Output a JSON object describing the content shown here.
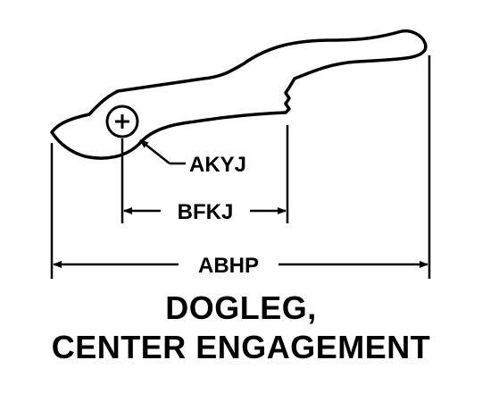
{
  "labels": {
    "pivot_dimension": "AKYJ",
    "engagement_length": "BFKJ",
    "overall_length": "ABHP"
  },
  "title": {
    "line1": "DOGLEG,",
    "line2": "CENTER ENGAGEMENT"
  },
  "colors": {
    "ink": "#000000",
    "background": "#ffffff"
  }
}
